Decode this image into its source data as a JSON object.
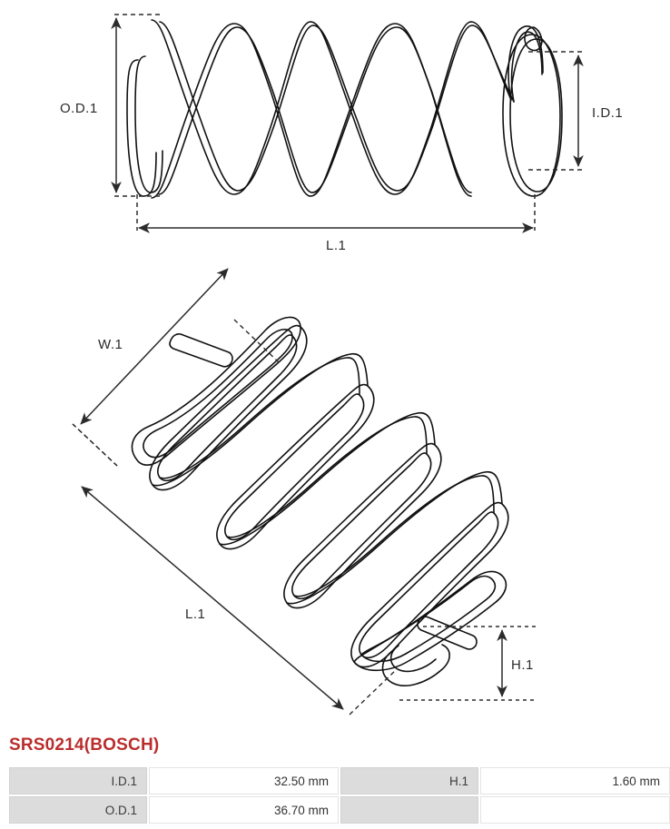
{
  "part": {
    "title": "SRS0214(BOSCH)",
    "title_color": "#bb2d2d"
  },
  "drawings": {
    "side_view": {
      "name": "spring-side-view",
      "labels": {
        "outer_diameter": "O.D.1",
        "inner_diameter": "I.D.1",
        "length": "L.1"
      }
    },
    "iso_view": {
      "name": "spring-isometric-view",
      "labels": {
        "width": "W.1",
        "length": "L.1",
        "height": "H.1"
      }
    }
  },
  "spec_table": {
    "rows": [
      {
        "label_1": "I.D.1",
        "value_1": "32.50 mm",
        "label_2": "H.1",
        "value_2": "1.60 mm"
      },
      {
        "label_1": "O.D.1",
        "value_1": "36.70 mm",
        "label_2": "",
        "value_2": ""
      }
    ]
  }
}
